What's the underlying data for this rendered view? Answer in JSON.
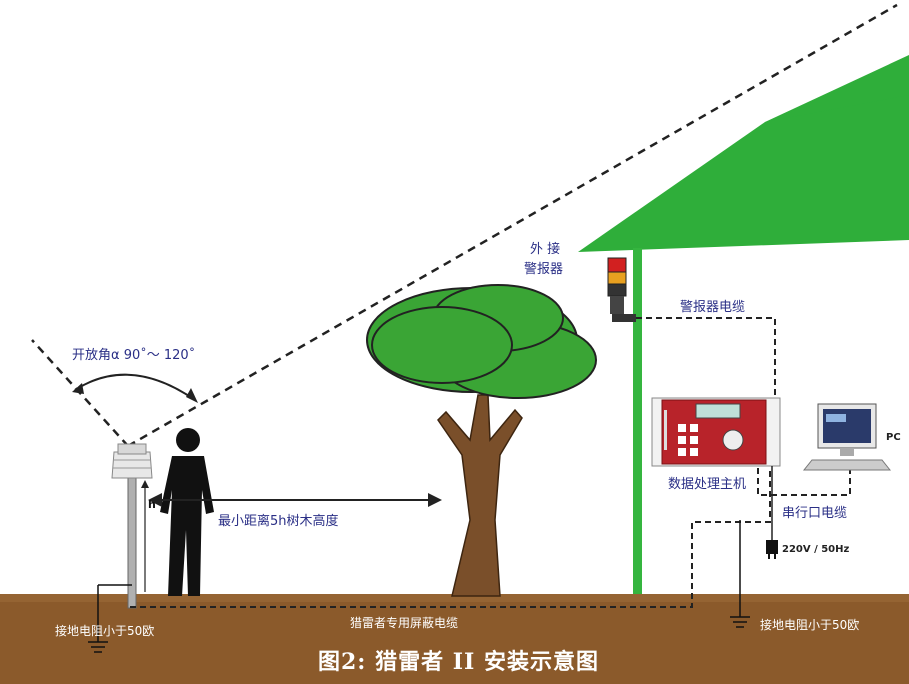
{
  "title": "图2:  猎雷者 II 安装示意图",
  "labels": {
    "opening_angle": "开放角α 90˚～ 120˚",
    "min_distance": "最小距离5h树木高度",
    "h": "h",
    "external_alarm_1": "外  接",
    "external_alarm_2": "警报器",
    "alarm_cable": "警报器电缆",
    "data_host": "数据处理主机",
    "pc": "PC",
    "serial_cable": "串行口电缆",
    "power": "220V / 50Hz",
    "shield_cable": "猎雷者专用屏蔽电缆",
    "ground_left": "接地电阻小于50欧",
    "ground_right": "接地电阻小于50欧"
  },
  "colors": {
    "ground": "#8b5a2b",
    "roof": "#2fae3a",
    "tree_canopy": "#3aa535",
    "trunk": "#7a4f2a",
    "label_blue": "#2a2f86",
    "alarm_red": "#d22020",
    "alarm_amber": "#e8a020",
    "host_red": "#b8232a"
  }
}
